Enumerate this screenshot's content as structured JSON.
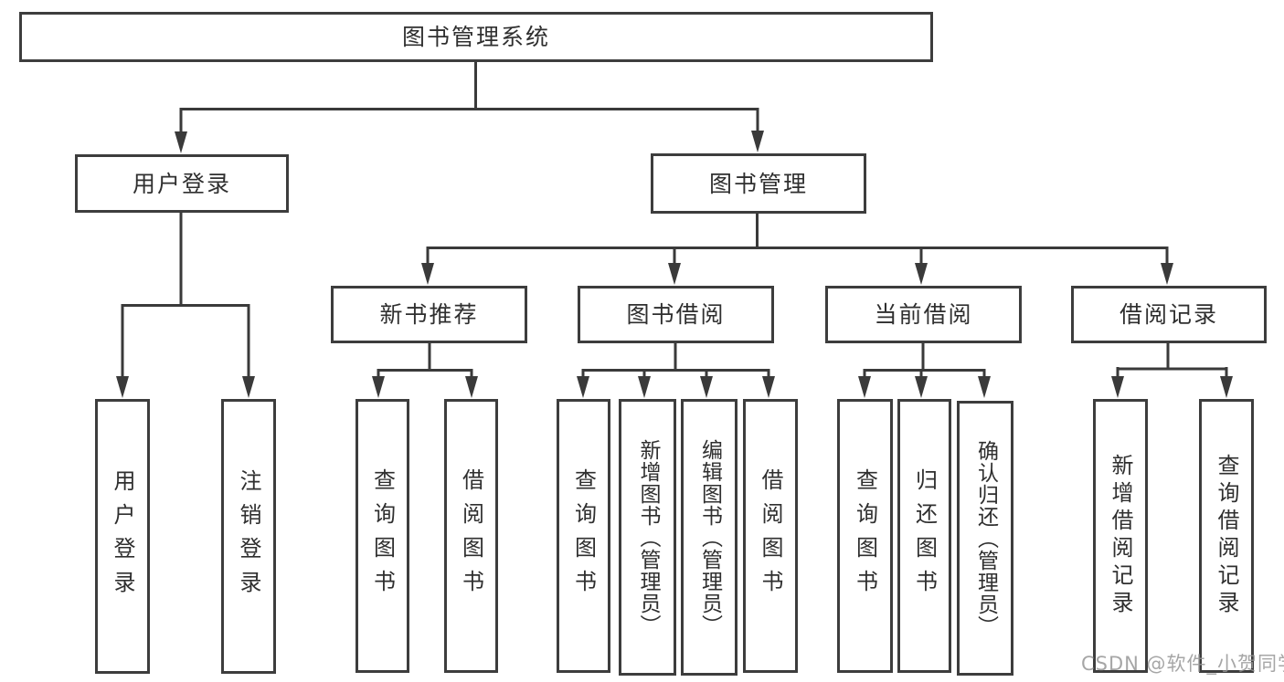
{
  "diagram_title": "图书管理系统",
  "tree": {
    "root": {
      "label": "图书管理系统"
    },
    "level2": [
      {
        "label": "用户登录",
        "parent": "图书管理系统"
      },
      {
        "label": "图书管理",
        "parent": "图书管理系统"
      }
    ],
    "level3": [
      {
        "label": "新书推荐",
        "parent": "图书管理"
      },
      {
        "label": "图书借阅",
        "parent": "图书管理"
      },
      {
        "label": "当前借阅",
        "parent": "图书管理"
      },
      {
        "label": "借阅记录",
        "parent": "图书管理"
      }
    ],
    "leaves": [
      {
        "label": "用户登录",
        "parent": "用户登录"
      },
      {
        "label": "注销登录",
        "parent": "用户登录"
      },
      {
        "label": "查询图书",
        "parent": "新书推荐"
      },
      {
        "label": "借阅图书",
        "parent": "新书推荐"
      },
      {
        "label": "查询图书",
        "parent": "图书借阅"
      },
      {
        "label": "新增图书（管理员）",
        "parent": "图书借阅"
      },
      {
        "label": "编辑图书（管理员）",
        "parent": "图书借阅"
      },
      {
        "label": "借阅图书",
        "parent": "图书借阅"
      },
      {
        "label": "查询图书",
        "parent": "当前借阅"
      },
      {
        "label": "归还图书",
        "parent": "当前借阅"
      },
      {
        "label": "确认归还（管理员）",
        "parent": "当前借阅"
      },
      {
        "label": "新增借阅记录",
        "parent": "借阅记录"
      },
      {
        "label": "查询借阅记录",
        "parent": "借阅记录"
      }
    ]
  },
  "watermark": {
    "text": "CSDN @软件_小贺同学"
  },
  "colors": {
    "background": "#ffffff",
    "line": "#3a3a3a",
    "box_border": "#3d3d3d",
    "text": "#2f2f2f",
    "watermark": "#a9a9a9"
  }
}
